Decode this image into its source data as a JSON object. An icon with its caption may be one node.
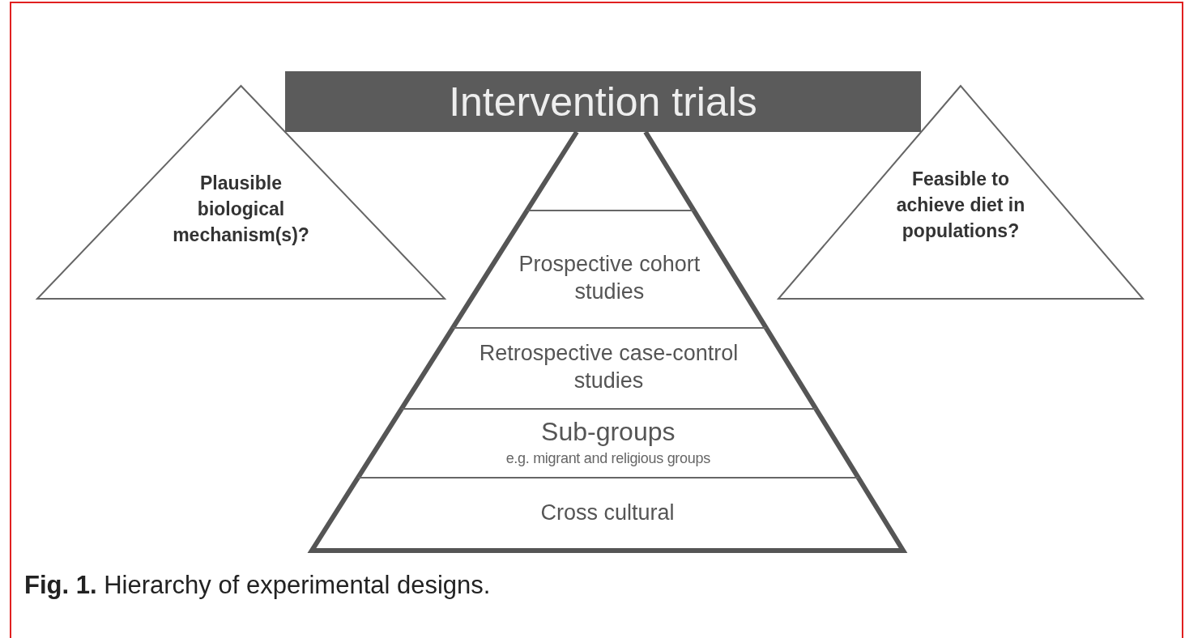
{
  "diagram": {
    "caption": "**Fig. 1.** Hierarchy of experimental designs.",
    "nodes": [
      {
        "text": [
          "Intervention trials"
        ]
      },
      {
        "text": [
          "Plausible biological mechanism(s)?"
        ]
      },
      {
        "text": [
          "Feasible to achieve diet in populations?"
        ]
      },
      {
        "text": [
          "Prospective cohort studies"
        ]
      },
      {
        "text": [
          "Retrospective case-control studies"
        ]
      },
      {
        "text": [
          "Sub-groups",
          "e.g. migrant and religious groups"
        ]
      },
      {
        "text": [
          "Cross cultural"
        ]
      }
    ]
  }
}
